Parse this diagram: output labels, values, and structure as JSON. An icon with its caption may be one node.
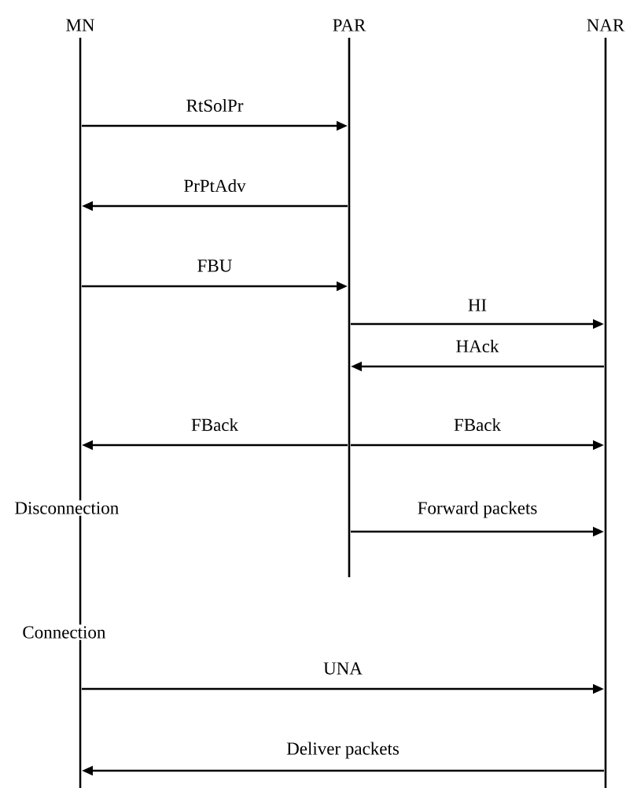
{
  "diagram": {
    "nodes": [
      {
        "text": [
          "MN"
        ]
      },
      {
        "text": [
          "PAR"
        ]
      },
      {
        "text": [
          "NAR"
        ]
      }
    ],
    "edges": [
      {
        "from": 0,
        "to": 1,
        "arrow": "to",
        "label": "RtSolPr"
      },
      {
        "from": 1,
        "to": 0,
        "arrow": "to",
        "label": "PrPtAdv"
      },
      {
        "from": 0,
        "to": 1,
        "arrow": "to",
        "label": "FBU"
      },
      {
        "from": 1,
        "to": 2,
        "arrow": "to",
        "label": "HI"
      },
      {
        "from": 2,
        "to": 1,
        "arrow": "to",
        "label": "HAck"
      },
      {
        "from": 1,
        "to": 0,
        "arrow": "to",
        "label": "FBack"
      },
      {
        "from": 1,
        "to": 2,
        "arrow": "to",
        "label": "FBack"
      },
      {
        "from": 1,
        "to": 2,
        "arrow": "to",
        "label": "Forward packets"
      },
      {
        "from": 0,
        "to": 2,
        "arrow": "to",
        "label": "UNA"
      },
      {
        "from": 2,
        "to": 0,
        "arrow": "to",
        "label": "Deliver packets"
      }
    ],
    "labels": [
      "Disconnection",
      "Connection"
    ]
  }
}
